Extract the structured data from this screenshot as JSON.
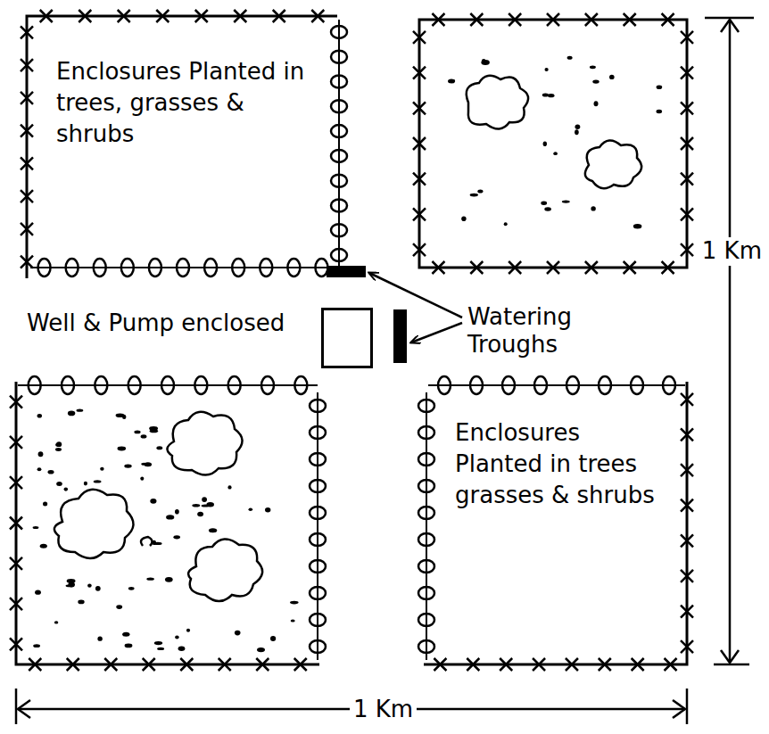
{
  "diagram": {
    "nodes": [
      {
        "text": [
          "Enclosures Planted in trees, grasses & shrubs"
        ]
      },
      {
        "text": [
          "Well & Pump enclosed"
        ]
      },
      {
        "text": [
          "Enclosures Planted in trees grasses & shrubs"
        ]
      }
    ],
    "labels": [
      "Watering Troughs",
      "1 Km",
      "1 Km"
    ]
  }
}
